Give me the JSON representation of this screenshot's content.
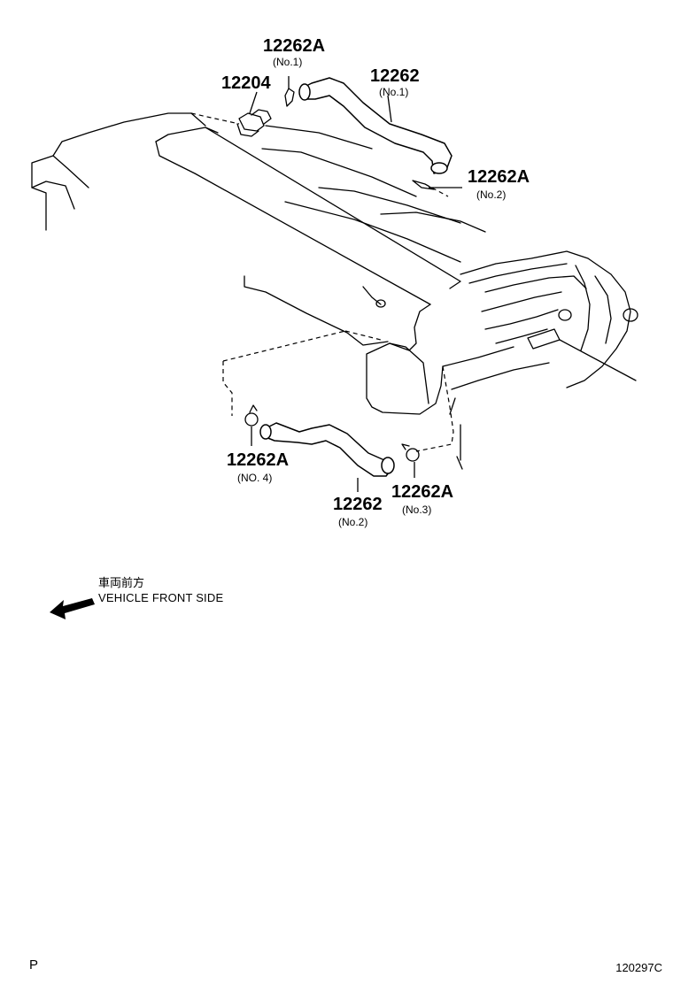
{
  "callouts": [
    {
      "id": "c1",
      "number": "12262A",
      "sub": "(No.1)"
    },
    {
      "id": "c2",
      "number": "12204",
      "sub": ""
    },
    {
      "id": "c3",
      "number": "12262",
      "sub": "(No.1)"
    },
    {
      "id": "c4",
      "number": "12262A",
      "sub": "(No.2)"
    },
    {
      "id": "c5",
      "number": "12262A",
      "sub": "(NO. 4)"
    },
    {
      "id": "c6",
      "number": "12262",
      "sub": "(No.2)"
    },
    {
      "id": "c7",
      "number": "12262A",
      "sub": "(No.3)"
    }
  ],
  "front_indicator": {
    "japanese": "車両前方",
    "english": "VEHICLE FRONT SIDE",
    "arrow_icon": "left-arrow-icon"
  },
  "footer": {
    "left_code": "P",
    "right_code": "120297C"
  },
  "colors": {
    "line": "#000000",
    "background": "#ffffff"
  }
}
